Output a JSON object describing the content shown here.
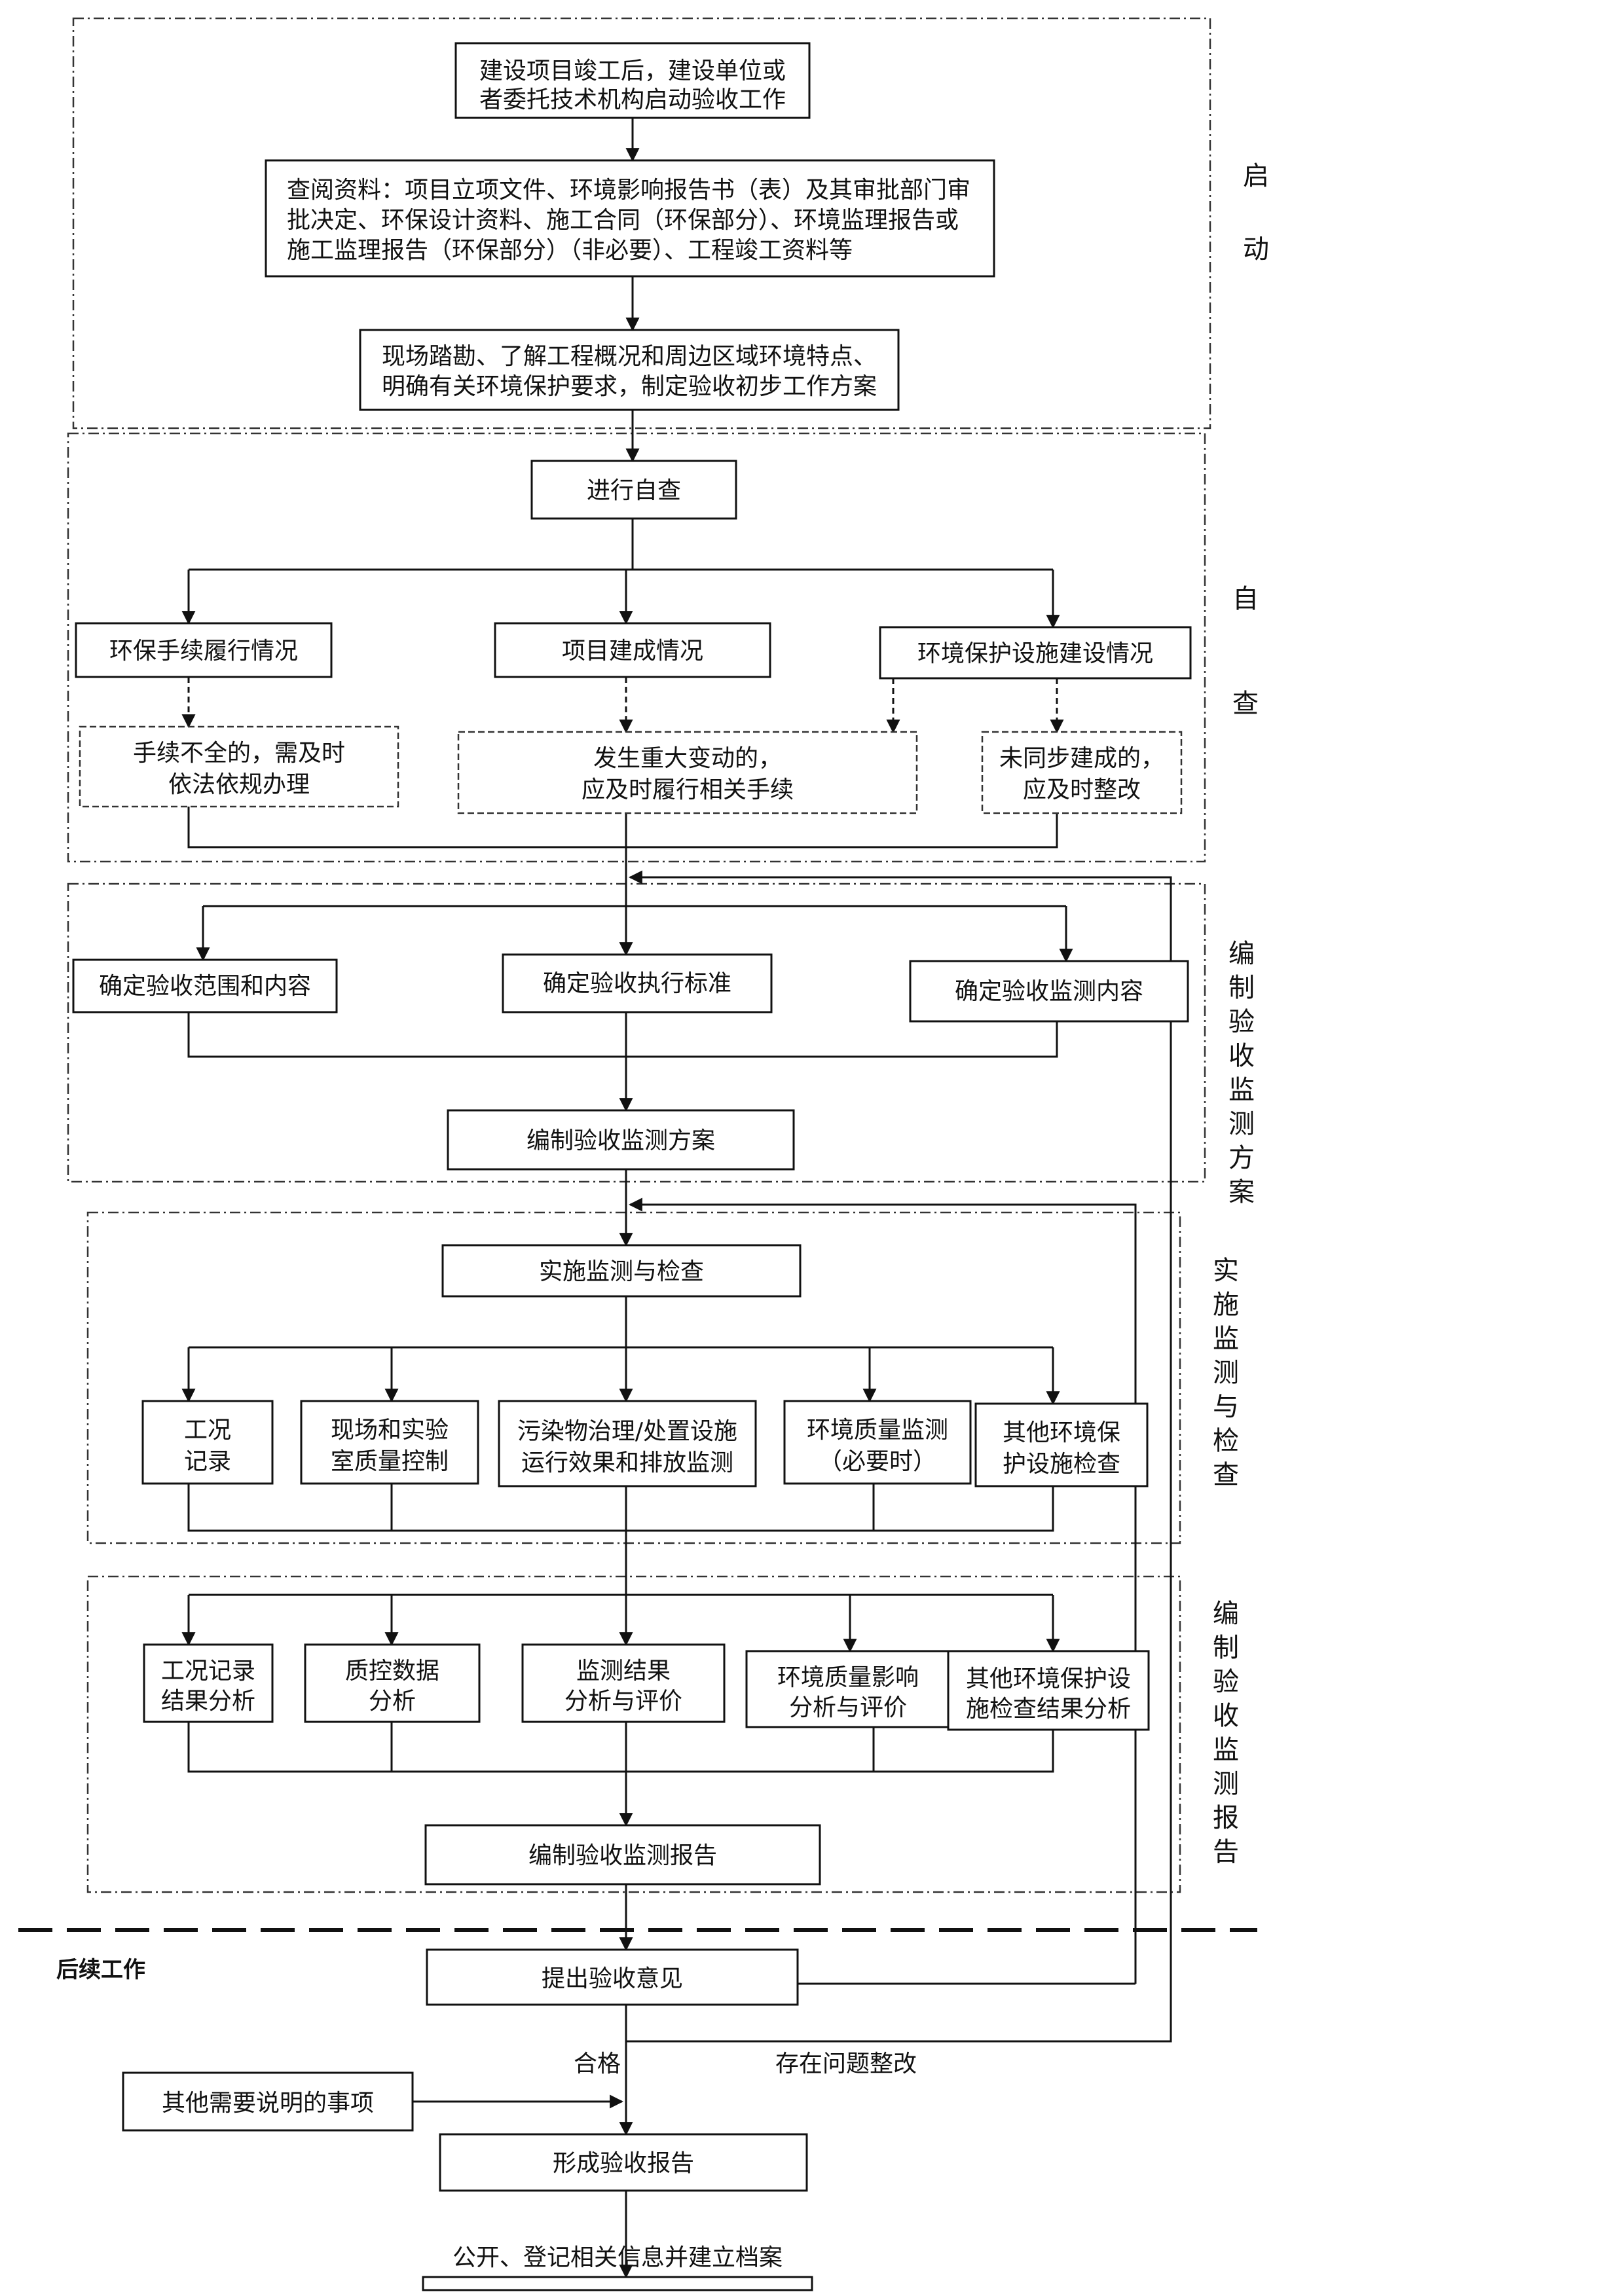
{
  "stages": [
    {
      "id": "start",
      "label": [
        "启",
        "动"
      ]
    },
    {
      "id": "self",
      "label": [
        "自",
        "查"
      ]
    },
    {
      "id": "plan",
      "label": [
        "编",
        "制",
        "验",
        "收",
        "监",
        "测",
        "方",
        "案"
      ]
    },
    {
      "id": "impl",
      "label": [
        "实",
        "施",
        "监",
        "测",
        "与",
        "检",
        "查"
      ]
    },
    {
      "id": "report",
      "label": [
        "编",
        "制",
        "验",
        "收",
        "监",
        "测",
        "报",
        "告"
      ]
    }
  ],
  "followup_label": "后续工作",
  "nodes": {
    "n_start": [
      "建设项目竣工后，建设单位或",
      "者委托技术机构启动验收工作"
    ],
    "n_review": [
      "查阅资料：项目立项文件、环境影响报告书（表）及其审批部门审",
      "批决定、环保设计资料、施工合同（环保部分）、环境监理报告或",
      "施工监理报告（环保部分）（非必要）、工程竣工资料等"
    ],
    "n_survey": [
      "现场踏勘、了解工程概况和周边区域环境特点、",
      "明确有关环境保护要求，制定验收初步工作方案"
    ],
    "n_selfcheck": [
      "进行自查"
    ],
    "n_procedure": [
      "环保手续履行情况"
    ],
    "n_construction": [
      "项目建成情况"
    ],
    "n_facility": [
      "环境保护设施建设情况"
    ],
    "n_procedure_fix": [
      "手续不全的，需及时",
      "依法依规办理"
    ],
    "n_change_fix": [
      "发生重大变动的，",
      "应及时履行相关手续"
    ],
    "n_facility_fix": [
      "未同步建成的，",
      "应及时整改"
    ],
    "n_scope": [
      "确定验收范围和内容"
    ],
    "n_standard": [
      "确定验收执行标准"
    ],
    "n_content": [
      "确定验收监测内容"
    ],
    "n_plan": [
      "编制验收监测方案"
    ],
    "n_implement": [
      "实施监测与检查"
    ],
    "n_i1": [
      "工况",
      "记录"
    ],
    "n_i2": [
      "现场和实验",
      "室质量控制"
    ],
    "n_i3": [
      "污染物治理/处置设施",
      "运行效果和排放监测"
    ],
    "n_i4": [
      "环境质量监测",
      "（必要时）"
    ],
    "n_i5": [
      "其他环境保",
      "护设施检查"
    ],
    "n_r1": [
      "工况记录",
      "结果分析"
    ],
    "n_r2": [
      "质控数据",
      "分析"
    ],
    "n_r3": [
      "监测结果",
      "分析与评价"
    ],
    "n_r4": [
      "环境质量影响",
      "分析与评价"
    ],
    "n_r5": [
      "其他环境保护设",
      "施检查结果分析"
    ],
    "n_report": [
      "编制验收监测报告"
    ],
    "n_opinion": [
      "提出验收意见"
    ],
    "n_other": [
      "其他需要说明的事项"
    ],
    "n_final": [
      "形成验收报告"
    ],
    "n_archive": [
      "公开、登记相关信息并建立档案"
    ]
  },
  "edge_labels": {
    "pass": "合格",
    "rectify": "存在问题整改"
  }
}
